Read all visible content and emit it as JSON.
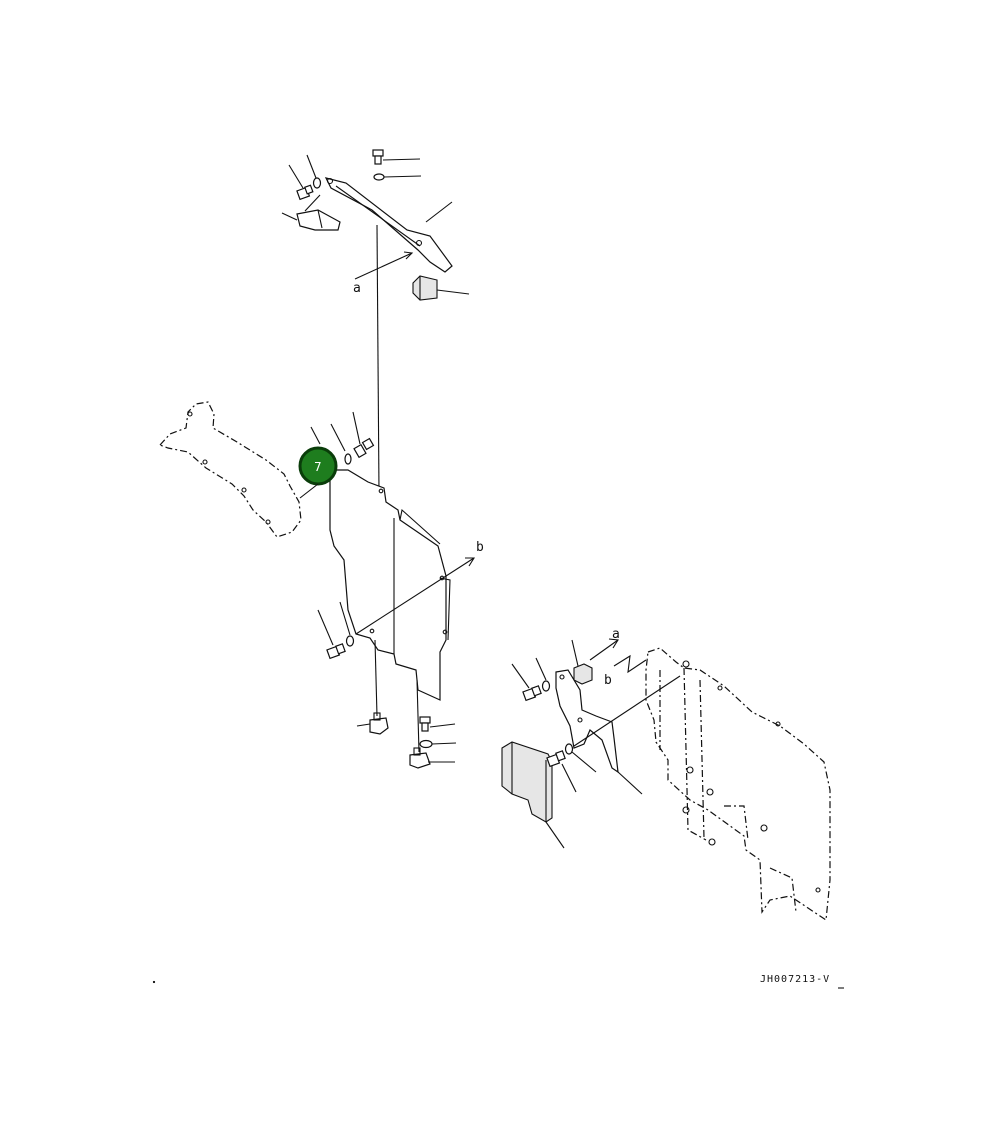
{
  "diagram": {
    "callout": {
      "number": "7",
      "fill": "#1e7d1e",
      "ring": "#0a3d0a"
    },
    "ref_labels": {
      "a_top": "a",
      "b_mid": "b",
      "a_right": "a",
      "b_right": "b"
    },
    "drawing_code": "JH007213-V"
  }
}
